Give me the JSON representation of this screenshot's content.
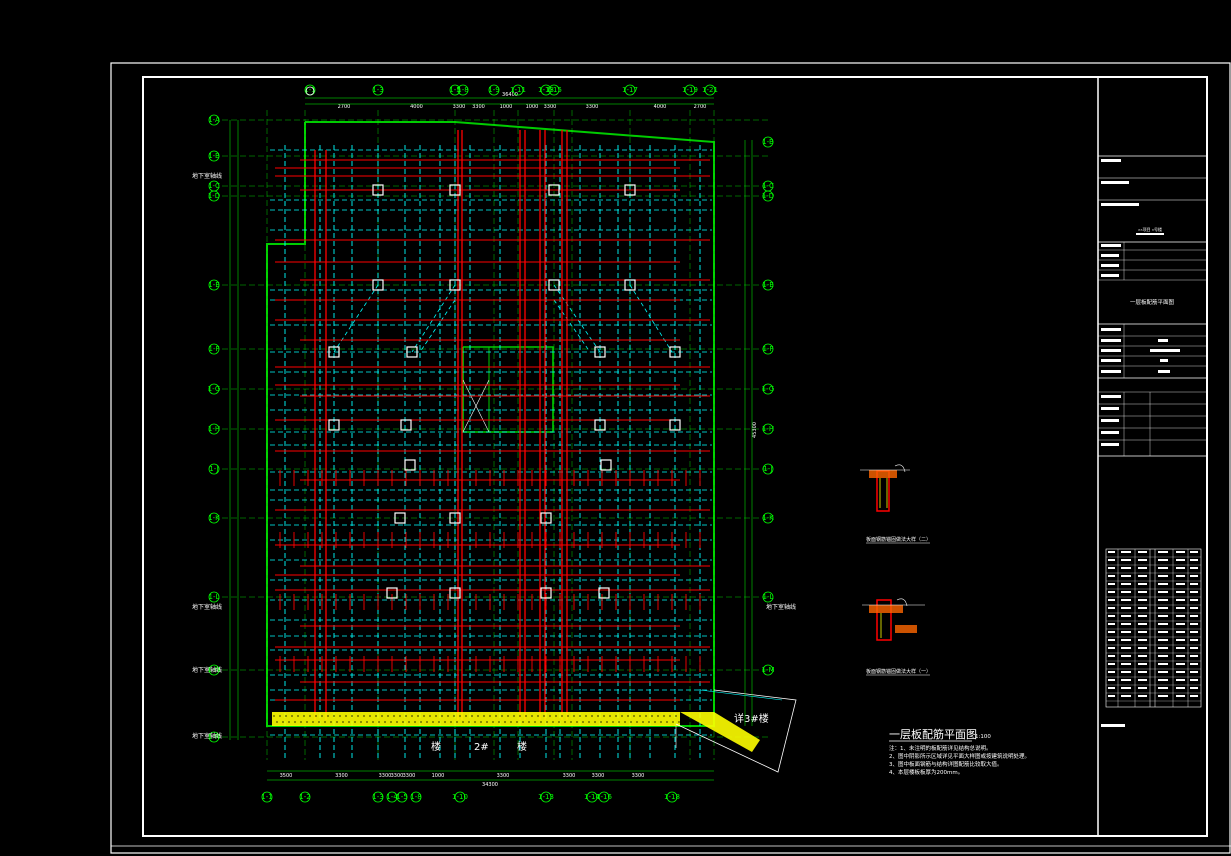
{
  "drawing": {
    "title": "一层板配筋平面图",
    "scale": "1:100",
    "overall_dim_top": "36400",
    "overall_dim_bottom": "34300",
    "overall_dim_right": "45300",
    "stair_label_left": "楼",
    "stair_label_num": "2#",
    "stair_label_right": "楼",
    "detail_ref": "详3#楼",
    "notes": [
      "注：1、未注明的板配筋详见结构总说明。",
      "2、图中阴影所示区域详见平面大样图或按建筑说明处理。",
      "3、图中板面钢筋与结构详图配筋比较取大值。",
      "4、本层楼板板厚为200mm。"
    ],
    "side_labels": {
      "left_top": "地下室轴线",
      "left_mid": "地下室轴线",
      "left_lower": "地下室轴线",
      "left_bottom": "地下室轴线",
      "right_mid": "地下室轴线"
    },
    "grid_top": [
      "1-1",
      "1-3",
      "1-5",
      "1-8",
      "1-9",
      "1-11",
      "1-13",
      "1-15",
      "1-17",
      "1-19",
      "1-21"
    ],
    "grid_bottom": [
      "1-1",
      "1-2",
      "1-3",
      "1-4",
      "1-5",
      "1-8",
      "1-10",
      "1-13",
      "1-14",
      "1-16",
      "1-18"
    ],
    "grid_left": [
      "1-A",
      "1-B",
      "1-C",
      "1-D",
      "1-E",
      "1-F",
      "1-G",
      "1-H",
      "1-J",
      "1-K",
      "1-L",
      "1-M",
      "1-N"
    ],
    "dims_top": [
      "2700",
      "4000",
      "3300",
      "3300",
      "1000",
      "1000",
      "3300",
      "3300",
      "4000",
      "2700"
    ],
    "dims_bottom": [
      "3500",
      "3300",
      "3300",
      "3300",
      "3300",
      "1000",
      "3300",
      "3300",
      "3300",
      "3300"
    ],
    "detail_captions": [
      "板面钢筋锚固做法大样（二）",
      "板面钢筋锚固做法大样（一）"
    ]
  },
  "title_block": {
    "project_line": "××项目 ×号楼",
    "drawing_name": "一层板配筋平面图"
  },
  "colors": {
    "background": "#000000",
    "border": "#ffffff",
    "grid_green": "#00ff00",
    "wall_green": "#00cc00",
    "rebar_red": "#ff0000",
    "beam_cyan": "#00ffff",
    "hatch_yellow": "#ffff00"
  }
}
